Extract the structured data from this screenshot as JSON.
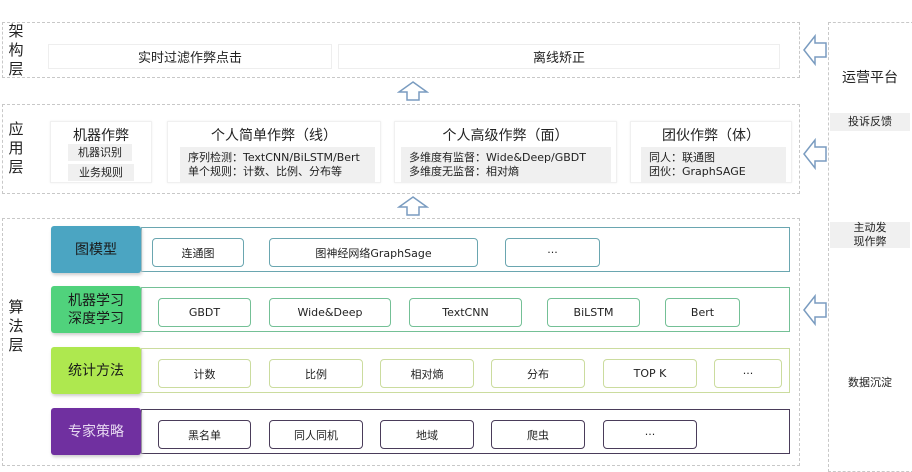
{
  "arch": {
    "label": "架构层",
    "items": [
      "实时过滤作弊点击",
      "离线矫正"
    ]
  },
  "app": {
    "label": "应用层",
    "cards": [
      {
        "title": "机器作弊",
        "tags": [
          "机器识别",
          "业务规则"
        ]
      },
      {
        "title": "个人简单作弊（线）",
        "lines": [
          "序列检测：TextCNN/BiLSTM/Bert",
          "单个规则：计数、比例、分布等"
        ]
      },
      {
        "title": "个人高级作弊（面）",
        "lines": [
          "多维度有监督：Wide&Deep/GBDT",
          "多维度无监督：相对熵"
        ]
      },
      {
        "title": "团伙作弊（体）",
        "lines": [
          "同人：联通图",
          "团伙：GraphSAGE"
        ]
      }
    ]
  },
  "algo": {
    "label": "算法层",
    "rows": [
      {
        "label": "图模型",
        "color": "#4ba5c2",
        "border": "#6aa6b0",
        "items": [
          "连通图",
          "图神经网络GraphSage",
          "···"
        ]
      },
      {
        "label": "机器学习\n深度学习",
        "color": "#50d27c",
        "border": "#74c096",
        "items": [
          "GBDT",
          "Wide&Deep",
          "TextCNN",
          "BiLSTM",
          "Bert"
        ]
      },
      {
        "label": "统计方法",
        "color": "#aee84f",
        "border": "#cbdc9e",
        "items": [
          "计数",
          "比例",
          "相对熵",
          "分布",
          "TOP K",
          "···"
        ]
      },
      {
        "label": "专家策略",
        "color": "#7030a0",
        "border": "#4a3c5a",
        "items": [
          "黑名单",
          "同人同机",
          "地域",
          "爬虫",
          "···"
        ]
      }
    ]
  },
  "ops": {
    "title": "运营平台",
    "items": [
      "投诉反馈",
      "主动发现作弊",
      "数据沉淀"
    ]
  }
}
